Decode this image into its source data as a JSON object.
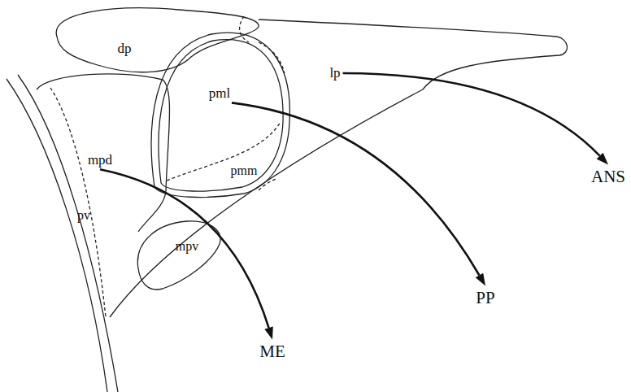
{
  "diagram": {
    "nodes": [
      {
        "text": [
          "dp"
        ]
      },
      {
        "text": [
          "lp"
        ]
      },
      {
        "text": [
          "pml"
        ]
      },
      {
        "text": [
          "pmm"
        ]
      },
      {
        "text": [
          "mpd"
        ]
      },
      {
        "text": [
          "pv"
        ]
      },
      {
        "text": [
          "mpv"
        ]
      },
      {
        "text": [
          "ANS"
        ]
      },
      {
        "text": [
          "PP"
        ]
      },
      {
        "text": [
          "ME"
        ]
      }
    ],
    "edges": [
      {
        "from": 1,
        "to": 7,
        "arrow": "to"
      },
      {
        "from": 2,
        "to": 8,
        "arrow": "to"
      },
      {
        "from": 4,
        "to": 9,
        "arrow": "to"
      }
    ]
  }
}
